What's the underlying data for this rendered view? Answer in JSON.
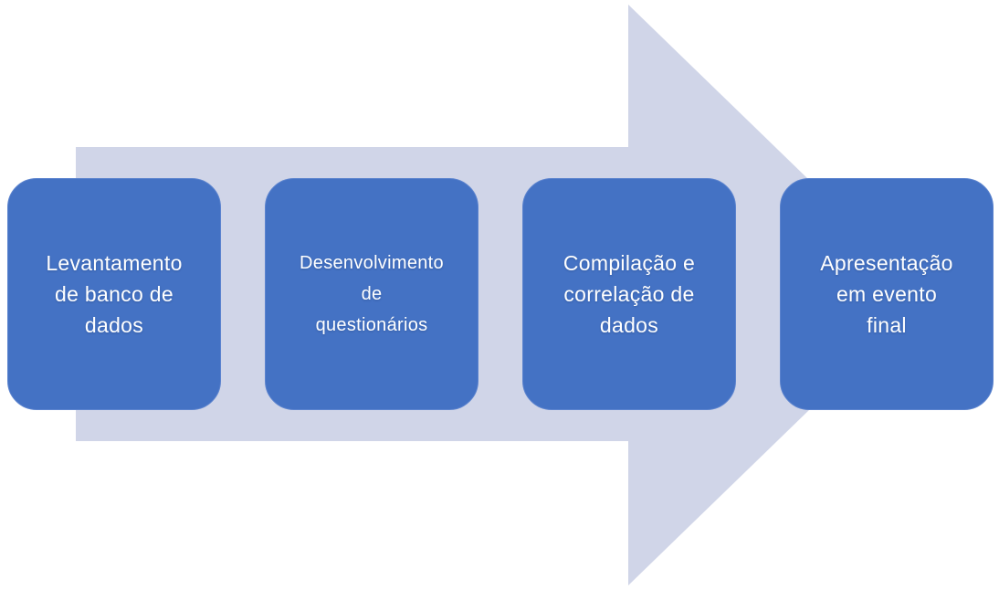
{
  "diagram": {
    "type": "process-arrow",
    "direction": "right",
    "steps": [
      {
        "label": "Levantamento de banco de dados",
        "lines": [
          "Levantamento",
          "de banco de",
          "dados"
        ]
      },
      {
        "label": "Desenvolvimento de questionários",
        "lines": [
          "Desenvolvimento",
          "de",
          "questionários"
        ]
      },
      {
        "label": "Compilação e correlação de dados",
        "lines": [
          "Compilação e",
          "correlação de",
          "dados"
        ]
      },
      {
        "label": "Apresentação em evento final",
        "lines": [
          "Apresentação",
          "em evento",
          "final"
        ]
      }
    ],
    "colors": {
      "background": "#FFFFFF",
      "arrow_fill": "#D0D5E8",
      "step_fill": "#4472C4",
      "step_border": "#5B83CE",
      "step_text": "#FFFFFF"
    }
  }
}
